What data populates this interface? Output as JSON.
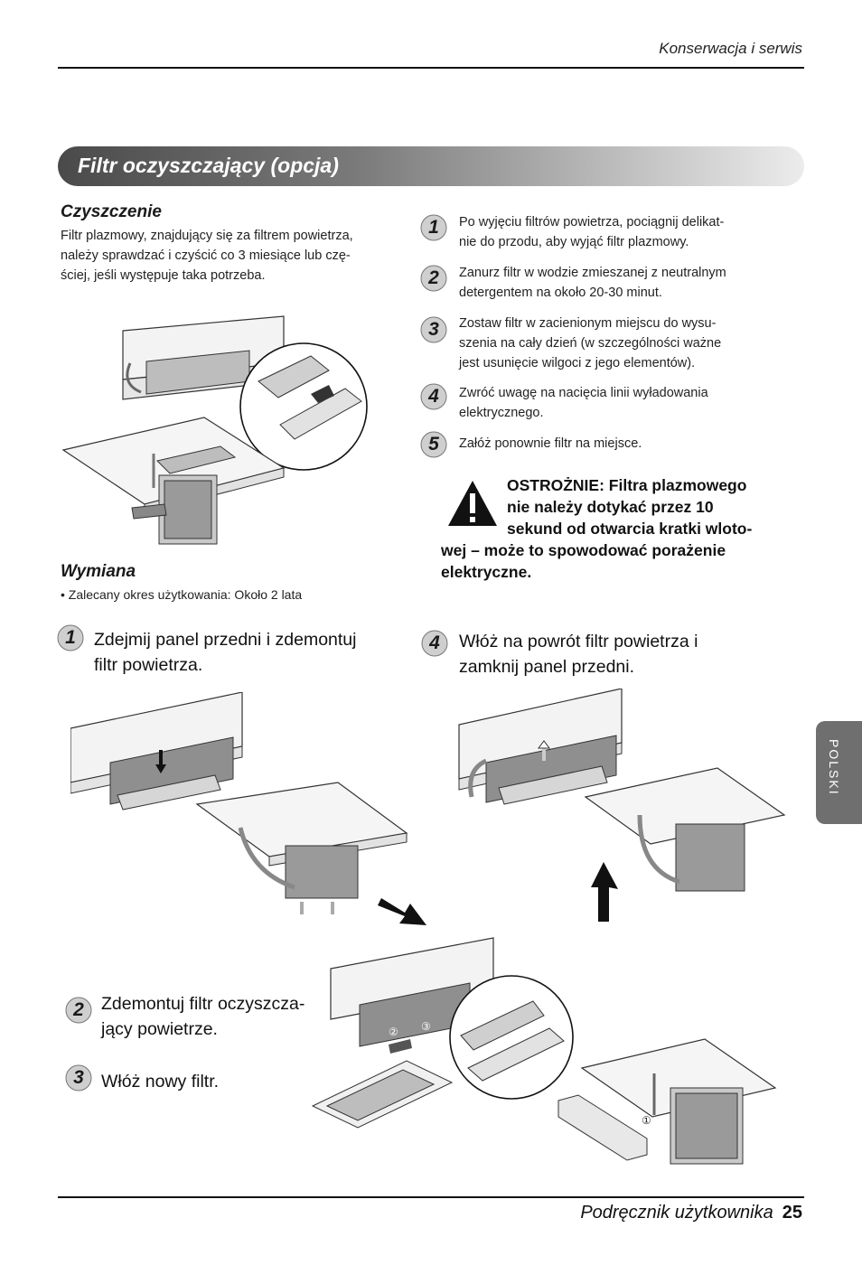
{
  "header": {
    "section": "Konserwacja i serwis"
  },
  "banner": {
    "title": "Filtr oczyszczający (opcja)"
  },
  "cleaning": {
    "heading": "Czyszczenie",
    "lines": [
      "Filtr plazmowy, znajdujący się za filtrem powietrza,",
      "należy sprawdzać i czyścić co 3 miesiące lub czę-",
      "ściej, jeśli występuje taka potrzeba."
    ],
    "steps": [
      {
        "n": "1",
        "lines": [
          "Po wyjęciu filtrów powietrza, pociągnij delikat-",
          "nie do przodu, aby wyjąć filtr plazmowy."
        ]
      },
      {
        "n": "2",
        "lines": [
          "Zanurz filtr w wodzie zmieszanej z neutralnym",
          "detergentem na około 20-30 minut."
        ]
      },
      {
        "n": "3",
        "lines": [
          "Zostaw filtr w zacienionym miejscu do wysu-",
          "szenia na cały dzień (w szczególności ważne",
          "jest usunięcie wilgoci z jego elementów)."
        ]
      },
      {
        "n": "4",
        "lines": [
          "Zwróć uwagę na nacięcia linii wyładowania",
          "elektrycznego."
        ]
      },
      {
        "n": "5",
        "lines": [
          "Załóż ponownie filtr na miejsce."
        ]
      }
    ]
  },
  "caution": {
    "lines": [
      "OSTROŻNIE: Filtra plazmowego",
      "nie należy dotykać przez 10",
      "sekund od otwarcia kratki wloto-",
      "wej – może to spowodować porażenie",
      "elektryczne."
    ]
  },
  "replacement": {
    "heading": "Wymiana",
    "note": "• Zalecany okres użytkowania: Około 2 lata",
    "steps": [
      {
        "n": "1",
        "lines": [
          "Zdejmij panel przedni i zdemontuj",
          "filtr powietrza."
        ]
      },
      {
        "n": "4",
        "lines": [
          "Włóż na powrót filtr powietrza i",
          "zamknij panel przedni."
        ]
      },
      {
        "n": "2",
        "lines": [
          "Zdemontuj filtr oczyszcza-",
          "jący powietrze."
        ]
      },
      {
        "n": "3",
        "lines": [
          "Włóż nowy filtr."
        ]
      }
    ]
  },
  "illustration_labels": {
    "c1": "①",
    "c2": "②",
    "c3": "③"
  },
  "side_tab": {
    "label": "POLSKI"
  },
  "footer": {
    "title": "Podręcznik użytkownika",
    "page": "25"
  }
}
